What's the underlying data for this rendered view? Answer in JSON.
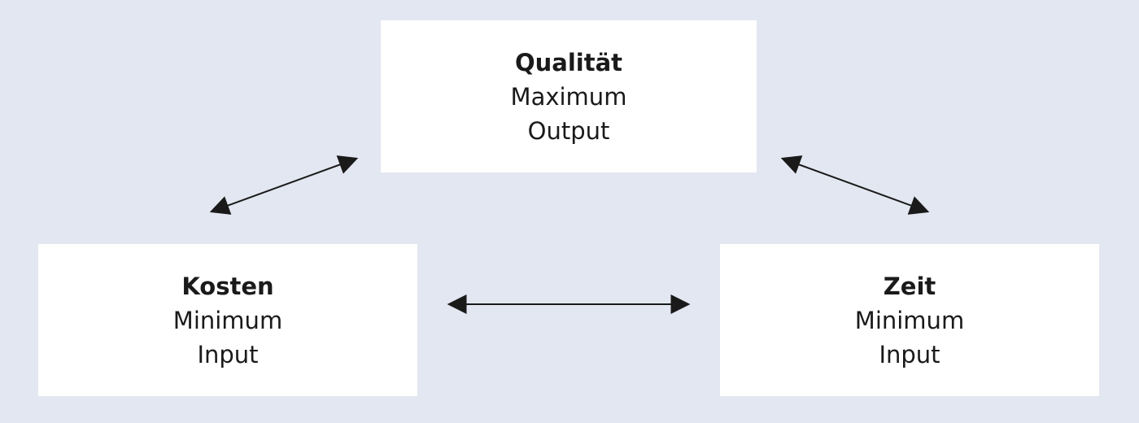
{
  "diagram": {
    "quality": {
      "title": "Qualität",
      "line1": "Maximum",
      "line2": "Output"
    },
    "cost": {
      "title": "Kosten",
      "line1": "Minimum",
      "line2": "Input"
    },
    "time": {
      "title": "Zeit",
      "line1": "Minimum",
      "line2": "Input"
    }
  },
  "colors": {
    "background": "#e3e7f1",
    "box": "#ffffff",
    "arrow": "#1a1a1a"
  }
}
